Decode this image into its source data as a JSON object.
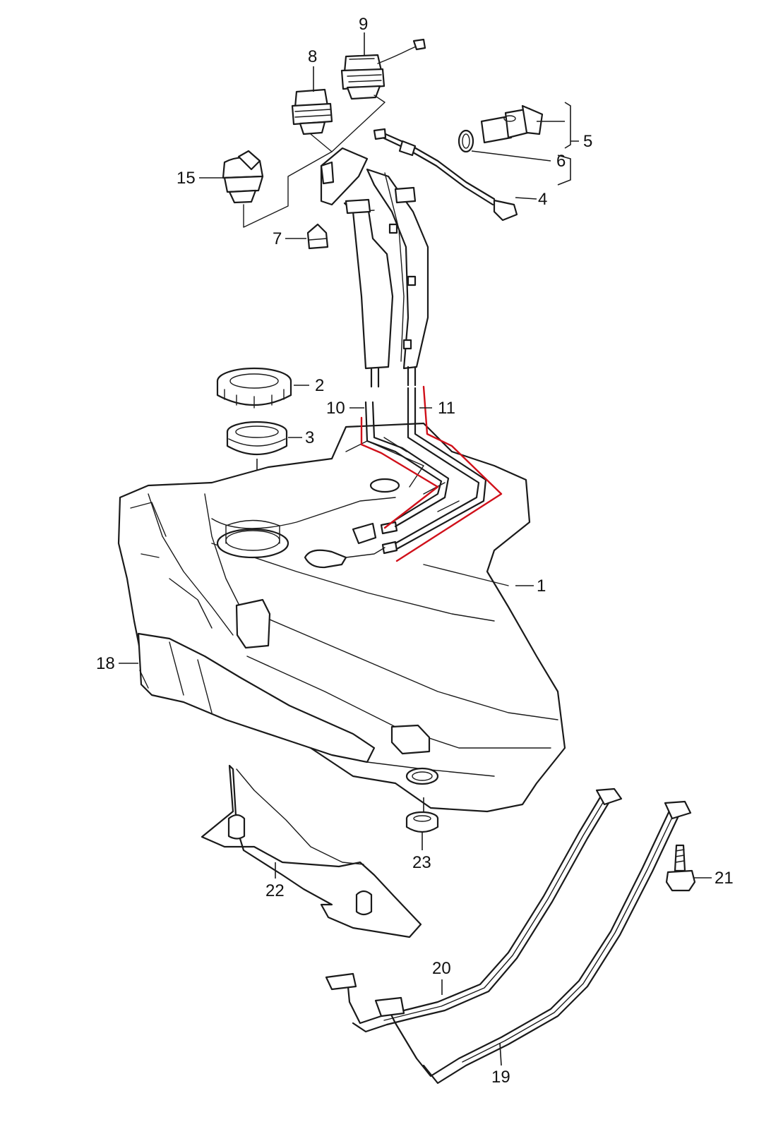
{
  "diagram": {
    "callouts": [
      {
        "id": "1",
        "label": "1"
      },
      {
        "id": "2",
        "label": "2"
      },
      {
        "id": "3",
        "label": "3"
      },
      {
        "id": "4",
        "label": "4"
      },
      {
        "id": "5",
        "label": "5"
      },
      {
        "id": "6",
        "label": "6"
      },
      {
        "id": "7",
        "label": "7"
      },
      {
        "id": "8",
        "label": "8"
      },
      {
        "id": "9",
        "label": "9"
      },
      {
        "id": "10",
        "label": "10"
      },
      {
        "id": "11",
        "label": "11"
      },
      {
        "id": "15",
        "label": "15"
      },
      {
        "id": "18",
        "label": "18"
      },
      {
        "id": "19",
        "label": "19"
      },
      {
        "id": "20",
        "label": "20"
      },
      {
        "id": "21",
        "label": "21"
      },
      {
        "id": "22",
        "label": "22"
      },
      {
        "id": "23",
        "label": "23"
      }
    ],
    "colors": {
      "line": "#1a1a1a",
      "highlight": "#d0101a",
      "background": "#ffffff"
    }
  }
}
